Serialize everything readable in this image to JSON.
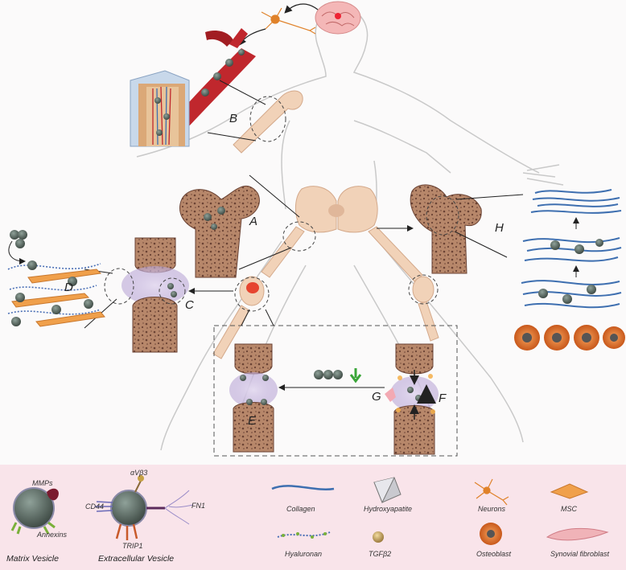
{
  "panel_labels": {
    "A": "A",
    "B": "B",
    "C": "C",
    "D": "D",
    "E": "E",
    "F": "F",
    "G": "G",
    "H": "H"
  },
  "legend": {
    "matrix_vesicle": {
      "title": "Matrix Vesicle",
      "parts": {
        "mmps": "MMPs",
        "annexins": "Annexins"
      }
    },
    "extracellular_vesicle": {
      "title": "Extracellular Vesicle",
      "parts": {
        "avb3": "αVβ3",
        "cd44": "CD44",
        "fn1": "FN1",
        "trip1": "TRIP1"
      }
    },
    "items": [
      {
        "key": "collagen",
        "label": "Collagen"
      },
      {
        "key": "hydroxyapatite",
        "label": "Hydroxyapatite"
      },
      {
        "key": "neurons",
        "label": "Neurons"
      },
      {
        "key": "msc",
        "label": "MSC"
      },
      {
        "key": "hyaluronan",
        "label": "Hyaluronan"
      },
      {
        "key": "tgfb2",
        "label": "TGFβ2"
      },
      {
        "key": "osteoblast",
        "label": "Osteoblast"
      },
      {
        "key": "synovial_fibroblast",
        "label": "Synovial fibroblast"
      }
    ]
  },
  "colors": {
    "legend_band": "#f9e4ea",
    "bone": "#b7876a",
    "bone_dark": "#6b4334",
    "vessel_red": "#c0272d",
    "vesicle": "#5b6a62",
    "collagen_blue": "#3e6fb0",
    "orange_cell": "#e8792f",
    "body_outline": "#c9c9c9",
    "joint_glow": "#c8b8dc"
  }
}
